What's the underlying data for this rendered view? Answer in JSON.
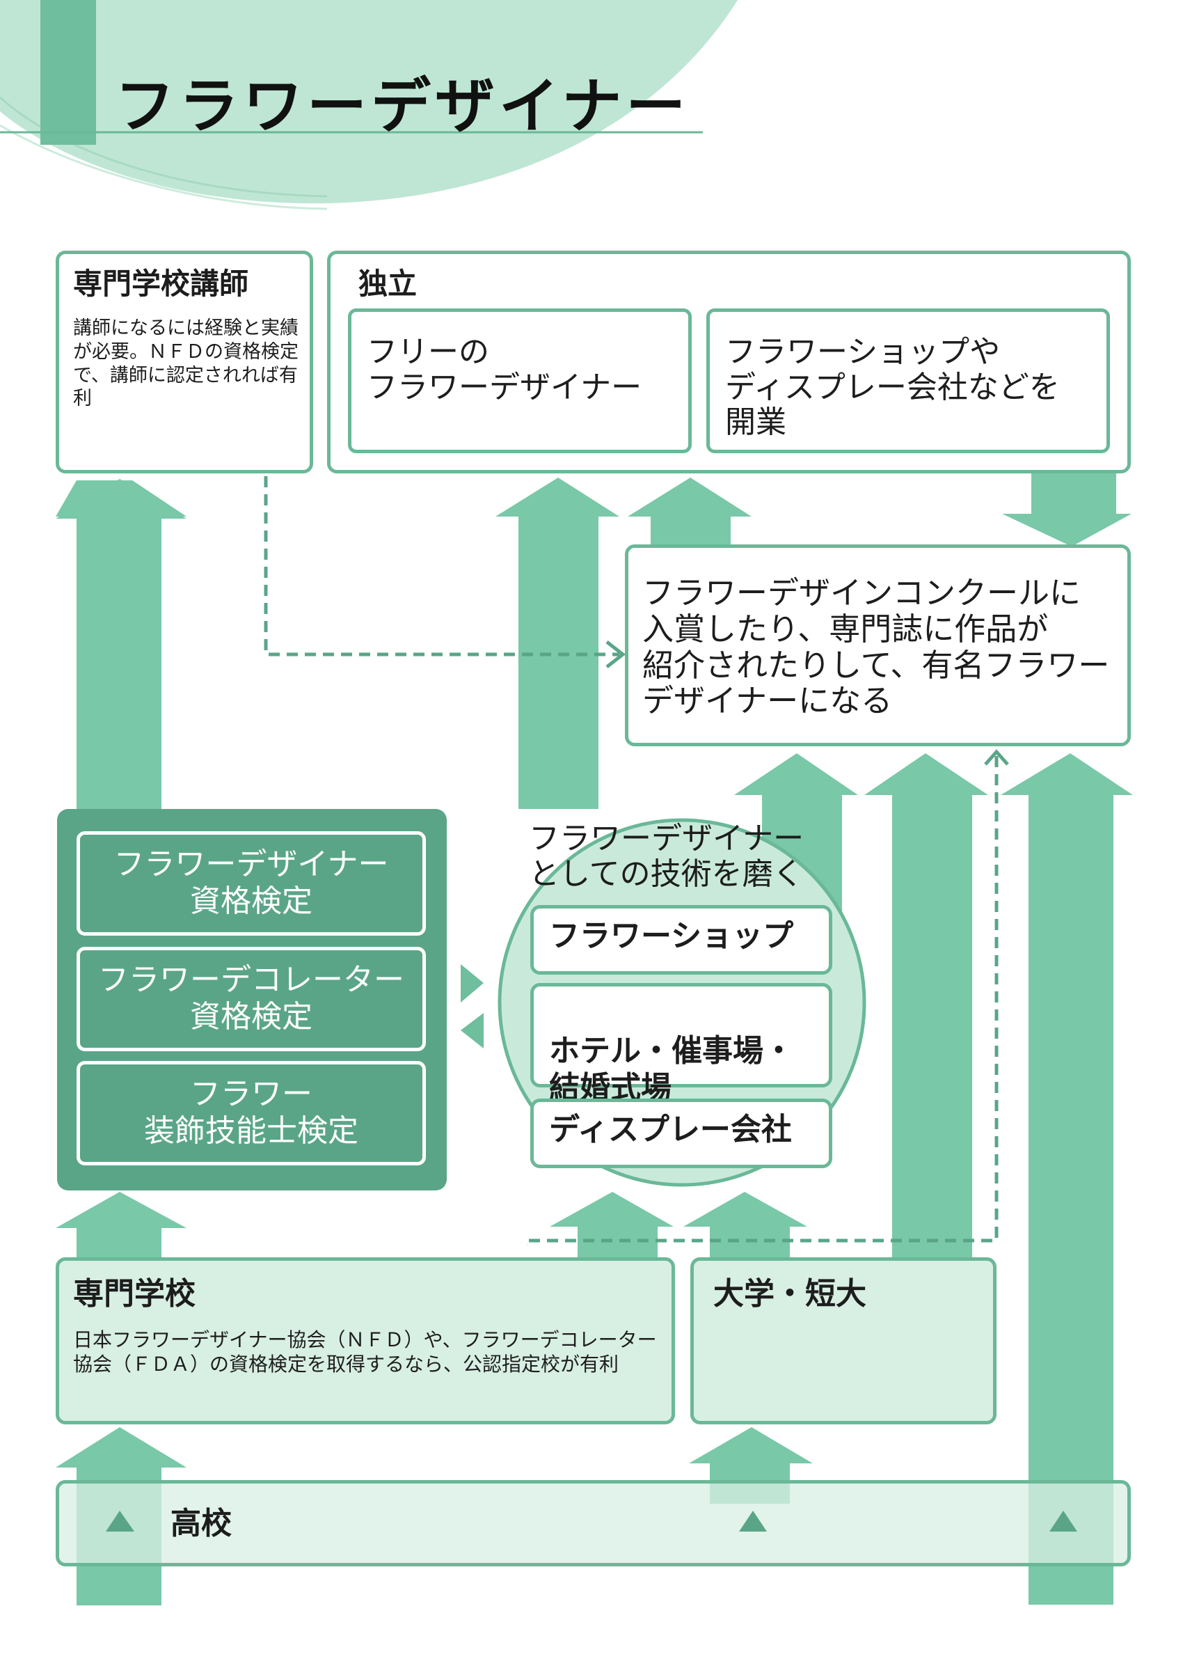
{
  "title": "フラワーデザイナー",
  "colors": {
    "arrow": "#79c8a8",
    "border": "#6ab898",
    "dark_panel": "#5aa588",
    "pale_fill": "#d8efe4",
    "circle_fill": "#c9eadb"
  },
  "nodes": {
    "teacher": {
      "heading": "専門学校講師",
      "note": "講師になるには経験と実績が必要。ＮＦＤの資格検定で、講師に認定されれば有利"
    },
    "independent": {
      "heading": "独立",
      "options": [
        "フリーの\nフラワーデザイナー",
        "フラワーショップや\nディスプレー会社などを\n開業"
      ]
    },
    "famous": {
      "text": "フラワーデザインコンクールに\n入賞したり、専門誌に作品が\n紹介されたりして、有名フラワー\nデザイナーになる"
    },
    "qualifications": [
      "フラワーデザイナー\n資格検定",
      "フラワーデコレーター\n資格検定",
      "フラワー\n装飾技能士検定"
    ],
    "skills": {
      "heading": "フラワーデザイナー\nとしての技術を磨く",
      "workplaces": [
        "フラワーショップ",
        "ホテル・催事場・\n結婚式場",
        "ディスプレー会社"
      ]
    },
    "vocational_school": {
      "heading": "専門学校",
      "note": "日本フラワーデザイナー協会（ＮＦＤ）や、フラワーデコレーター協会（ＦＤＡ）の資格検定を取得するなら、公認指定校が有利"
    },
    "university": {
      "heading": "大学・短大"
    },
    "high_school": {
      "heading": "高校"
    }
  }
}
